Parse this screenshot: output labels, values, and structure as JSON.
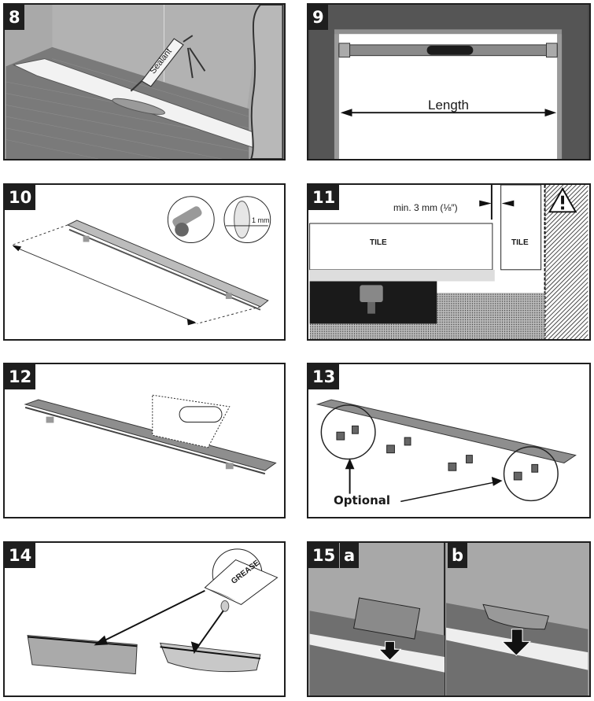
{
  "page": {
    "title": "Linear shower drain installation steps 8-15"
  },
  "colors": {
    "frame": "#1e1e1e",
    "badge_bg": "#1e1e1e",
    "badge_text": "#ffffff",
    "wall_gray": "#a6a6a6",
    "floor_gray": "#6e6e6e",
    "white": "#ffffff"
  },
  "steps": [
    {
      "number": "8",
      "labels": {
        "tube": "Sealant"
      }
    },
    {
      "number": "9",
      "labels": {
        "dimension": "Length"
      }
    },
    {
      "number": "10",
      "labels": {
        "blade": "1 mm"
      }
    },
    {
      "number": "11",
      "labels": {
        "gap": "min. 3 mm (⅛″)",
        "tile_left": "TILE",
        "tile_right": "TILE"
      },
      "icons": [
        "warning-triangle-icon"
      ]
    },
    {
      "number": "12",
      "labels": {}
    },
    {
      "number": "13",
      "labels": {
        "callout": "Optional"
      }
    },
    {
      "number": "14",
      "labels": {
        "packet": "GREASE"
      }
    },
    {
      "number": "15",
      "sub_steps": [
        "a",
        "b"
      ]
    }
  ]
}
